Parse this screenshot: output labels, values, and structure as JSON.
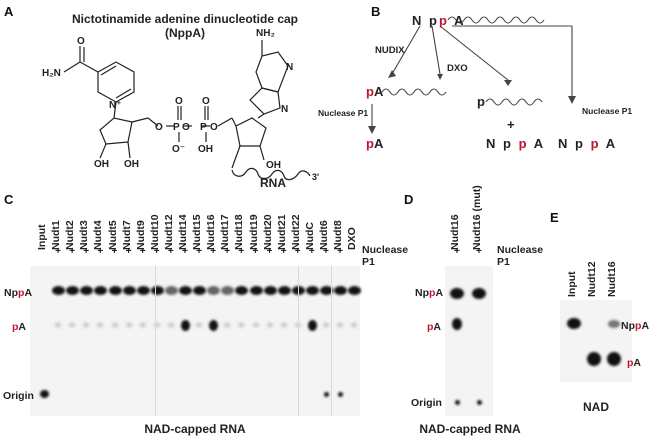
{
  "panels": {
    "A": {
      "letter": "A",
      "title_line1": "Nictotinamide adenine dinucleotide cap",
      "title_line2": "(NppA)",
      "atoms": {
        "h2n": "H₂N",
        "o": "O",
        "n_plus": "N⁺",
        "oh1": "OH",
        "oh2": "OH",
        "oh3": "OH",
        "oh4": "OH",
        "p1": "P",
        "p2": "P",
        "o_minus": "O⁻",
        "nh2": "NH₂",
        "n": "N",
        "rna": "RNA",
        "three_prime": "3'"
      }
    },
    "B": {
      "letter": "B",
      "top_label": {
        "n1": "N",
        "p1": "p",
        "p2": "p",
        "a": "A"
      },
      "nudix": "NUDIX",
      "dxo": "DXO",
      "nuclease_left": "Nuclease P1",
      "nuclease_right": "Nuclease P1",
      "pa_rna": {
        "p": "p",
        "a": "A"
      },
      "p_rna": "p",
      "plus": "+",
      "products": {
        "pa": {
          "p": "p",
          "a": "A"
        },
        "nppa_mid": {
          "n": "N",
          "p1": "p",
          "p2": "p",
          "a": "A"
        },
        "nppa_right": {
          "n": "N",
          "p1": "p",
          "p2": "p",
          "a": "A"
        }
      }
    },
    "C": {
      "letter": "C",
      "lanes": [
        "Input",
        "Nudt1",
        "Nudt2",
        "Nudt3",
        "Nudt4",
        "Nudt5",
        "Nudt7",
        "Nudt9",
        "Nudt10",
        "Nudt12",
        "Nudt14",
        "Nudt15",
        "Nudt16",
        "Nudt17",
        "Nudt18",
        "Nudt19",
        "Nudt20",
        "Nudt21",
        "Nudt22",
        "NudC",
        "Nudt6",
        "Nudt8",
        "DXO"
      ],
      "plus_sign": "+",
      "nuclease": "Nuclease\nP1",
      "row_labels": {
        "nppa": {
          "n": "N",
          "p1": "p",
          "p2": "p",
          "a": "A"
        },
        "pa": {
          "p": "p",
          "a": "A"
        },
        "origin": "Origin"
      },
      "caption": "NAD-capped RNA"
    },
    "D": {
      "letter": "D",
      "lanes": [
        "Nudt16",
        "Nudt16 (mut)"
      ],
      "plus_sign": "+",
      "nuclease": "Nuclease\nP1",
      "row_labels": {
        "nppa": {
          "n": "N",
          "p1": "p",
          "p2": "p",
          "a": "A"
        },
        "pa": {
          "p": "p",
          "a": "A"
        },
        "origin": "Origin"
      },
      "caption": "NAD-capped RNA"
    },
    "E": {
      "letter": "E",
      "lanes": [
        "Input",
        "Nudt12",
        "Nudt16"
      ],
      "row_labels": {
        "nppa": {
          "n": "N",
          "p1": "p",
          "p2": "p",
          "a": "A"
        },
        "pa": {
          "p": "p",
          "a": "A"
        }
      },
      "caption": "NAD"
    }
  },
  "colors": {
    "red": "#c0152f",
    "ink": "#222222"
  }
}
